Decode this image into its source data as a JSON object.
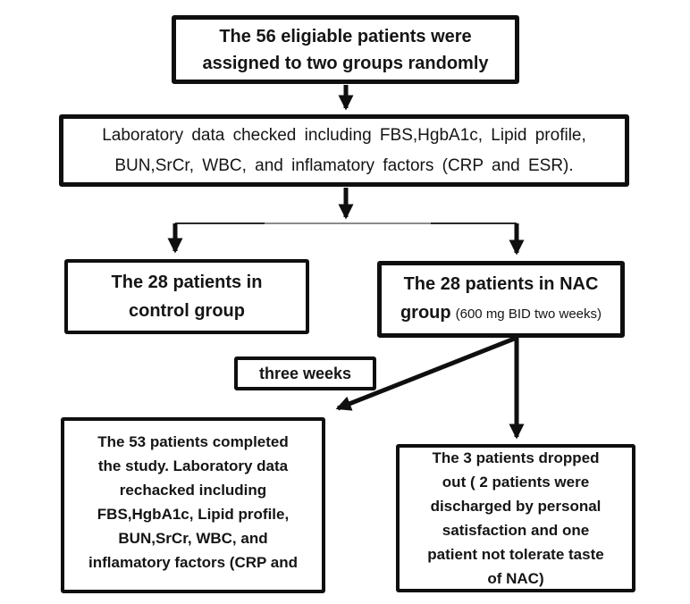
{
  "figure": {
    "type": "flowchart",
    "background": "#ffffff",
    "border_color": "#0f0f0f",
    "text_color": "#151515",
    "branch_line_gray": "#8c8c8c"
  },
  "boxes": {
    "eligible": "The 56 eligiable patients were\nassigned to two groups randomly",
    "lab_check": "Laboratory data checked including FBS,HgbA1c, Lipid profile,\nBUN,SrCr, WBC, and inflamatory factors (CRP and ESR).",
    "control": "The 28 patients in\ncontrol group",
    "nac_line1": "The 28 patients in NAC",
    "nac_line2_bold": "group",
    "nac_line2_note": "(600 mg BID two weeks)",
    "interval": "three weeks",
    "completed": "The 53 patients completed\nthe study. Laboratory data\nrechacked  including\nFBS,HgbA1c, Lipid profile,\nBUN,SrCr, WBC, and\ninflamatory factors (CRP and",
    "dropped": "The 3 patients dropped\nout ( 2 patients were\ndischarged by personal\nsatisfaction and one\npatient not tolerate taste\nof NAC)"
  }
}
